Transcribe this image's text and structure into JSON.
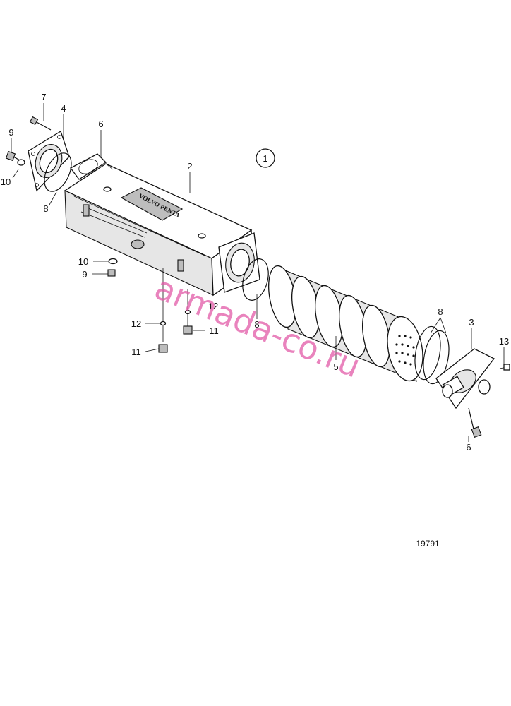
{
  "group_label": "1",
  "drawing_number": "19791",
  "watermark": "armada-co.ru",
  "logo_text": "VOLVO PENTA",
  "callouts": [
    {
      "id": "c7",
      "text": "7"
    },
    {
      "id": "c4",
      "text": "4"
    },
    {
      "id": "c9a",
      "text": "9"
    },
    {
      "id": "c6a",
      "text": "6"
    },
    {
      "id": "c10a",
      "text": "10"
    },
    {
      "id": "c8a",
      "text": "8"
    },
    {
      "id": "c2",
      "text": "2"
    },
    {
      "id": "c10b",
      "text": "10"
    },
    {
      "id": "c9b",
      "text": "9"
    },
    {
      "id": "c12a",
      "text": "12"
    },
    {
      "id": "c12b",
      "text": "12"
    },
    {
      "id": "c11a",
      "text": "11"
    },
    {
      "id": "c11b",
      "text": "11"
    },
    {
      "id": "c8b",
      "text": "8"
    },
    {
      "id": "c8c",
      "text": "8"
    },
    {
      "id": "c3",
      "text": "3"
    },
    {
      "id": "c13",
      "text": "13"
    },
    {
      "id": "c5",
      "text": "5"
    },
    {
      "id": "c6b",
      "text": "6"
    }
  ]
}
